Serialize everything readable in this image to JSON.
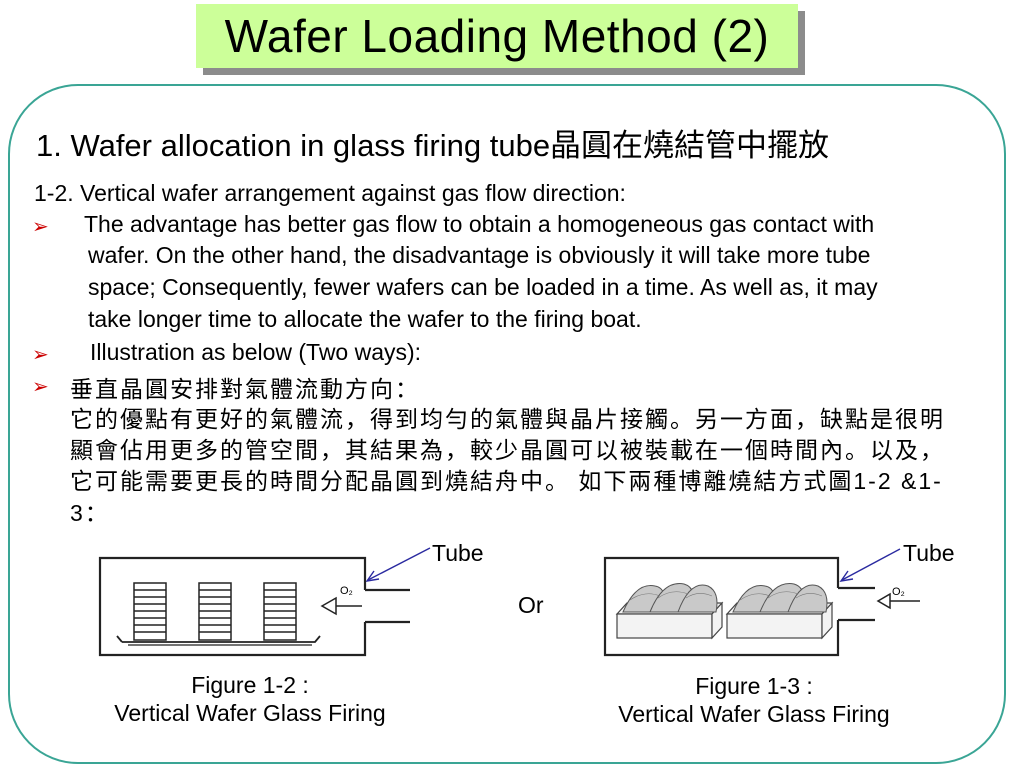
{
  "title": "Wafer Loading Method (2)",
  "heading": "1. Wafer allocation in glass firing tube晶圓在燒結管中擺放",
  "subheading": "1-2. Vertical wafer arrangement against gas flow direction:",
  "bullet_marker": "➢",
  "bullet1": {
    "lines": [
      "The advantage has better gas flow to obtain a homogeneous gas contact with",
      "wafer. On the other hand, the disadvantage is obviously it will take more tube",
      "space; Consequently, fewer wafers can be loaded in a time. As well as, it may",
      "take longer time to allocate the wafer to the firing boat."
    ]
  },
  "bullet2": "Illustration as below (Two ways):",
  "bullet3": {
    "lines": [
      "垂直晶圓安排對氣體流動方向：",
      "它的優點有更好的氣體流，得到均勻的氣體與晶片接觸。另一方面，缺點是很明",
      "顯會佔用更多的管空間，其結果為，較少晶圓可以被裝載在一個時間內。以及，",
      "它可能需要更長的時間分配晶圓到燒結舟中。 如下兩種博離燒結方式圖1-2 &1-",
      "3："
    ]
  },
  "figure_left": {
    "tube_label": "Tube",
    "gas_label": "O₂",
    "caption_line1": "Figure 1-2 :",
    "caption_line2": "Vertical Wafer Glass Firing"
  },
  "or_label": "Or",
  "figure_right": {
    "tube_label": "Tube",
    "gas_label": "O₂",
    "caption_line1": "Figure 1-3 :",
    "caption_line2": "Vertical Wafer Glass Firing"
  },
  "colors": {
    "title_bg": "#ccff99",
    "frame_border": "#3aa595",
    "bullet": "#cc0000",
    "pointer_arrow": "#2a2aa0"
  }
}
